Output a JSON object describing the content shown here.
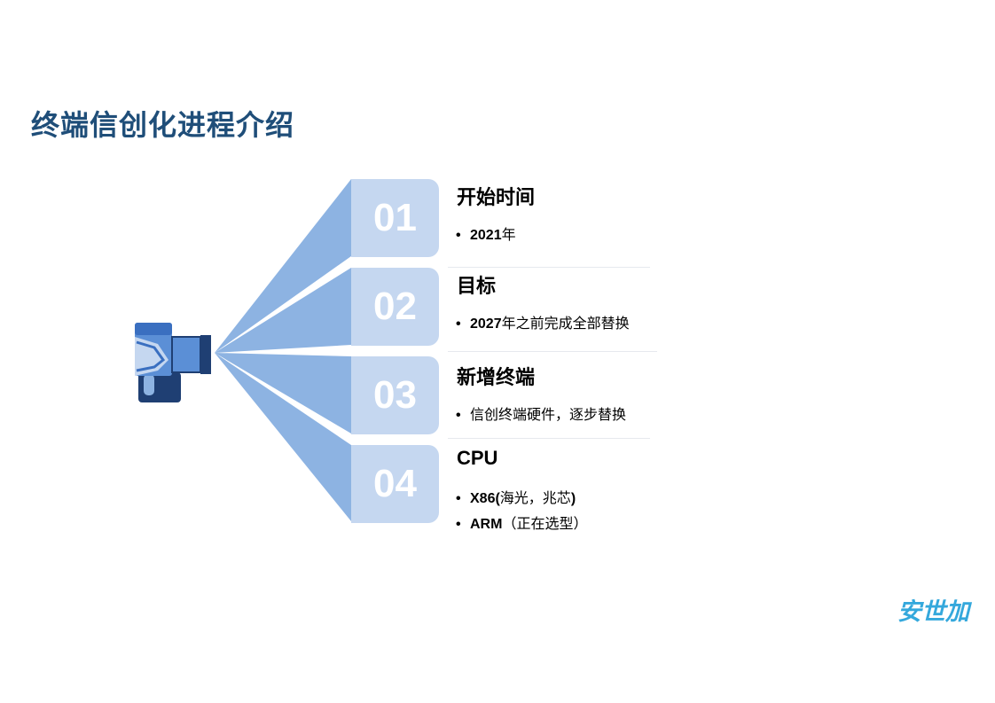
{
  "title": "终端信创化进程介绍",
  "items": [
    {
      "number": "01",
      "heading": "开始时间",
      "bullets": [
        {
          "bold": "2021",
          "text": "年"
        }
      ]
    },
    {
      "number": "02",
      "heading": "目标",
      "bullets": [
        {
          "bold": "2027",
          "text": "年之前完成全部替换"
        }
      ]
    },
    {
      "number": "03",
      "heading": "新增终端",
      "bullets": [
        {
          "bold": "",
          "text": "信创终端硬件，逐步替换"
        }
      ]
    },
    {
      "number": "04",
      "heading": "CPU",
      "bullets": [
        {
          "bold": "X86(",
          "text": "海光，兆芯",
          "bold_suffix": ")"
        },
        {
          "bold": "ARM",
          "text": "（正在选型）"
        }
      ]
    }
  ],
  "bullet_glyph": "•",
  "logo_text": "安世加",
  "colors": {
    "title": "#1f4e79",
    "beam": "#8db3e2",
    "box": "#c5d7f0",
    "camera_body": "#1f3f73",
    "camera_light": "#5b8fd6",
    "logo": "#34a8dc"
  },
  "icons": {
    "projector": "camera-projector-icon"
  }
}
